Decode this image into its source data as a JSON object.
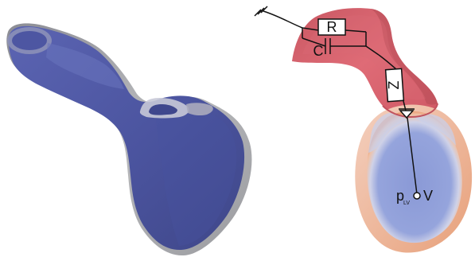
{
  "left_panel": {
    "description_label": ""
  },
  "right_panel": {
    "circuit": {
      "resistor_label": "R",
      "capacitor_label": "C",
      "impedance_label": "Z",
      "pressure_symbol": "p",
      "pressure_subscript": "LV",
      "volume_symbol": "V"
    }
  },
  "colors": {
    "left_outer_shell": "#a8a8ab",
    "left_inner_volume": "#4c559f",
    "left_inner_light": "#6670b8",
    "aorta_red": "#d9656f",
    "aorta_red_dark": "#b84e58",
    "ventricle_blue": "#8f9fd8",
    "ventricle_edge": "#d5d8e8",
    "ventricle_warm_edge": "#f0b08a",
    "line": "#111111",
    "box_fill": "#ffffff"
  }
}
